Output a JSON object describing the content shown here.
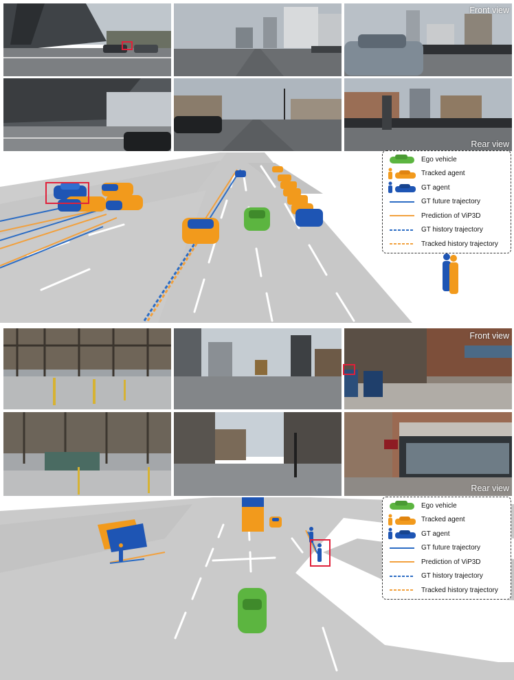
{
  "scenes": [
    {
      "front_label": "Front view",
      "rear_label": "Rear view"
    },
    {
      "front_label": "Front view",
      "rear_label": "Rear view"
    }
  ],
  "legend": {
    "items": [
      {
        "label": "Ego vehicle",
        "icon": "ego-car-icon",
        "color": "#5cb540"
      },
      {
        "label": "Tracked agent",
        "icon": "tracked-agent-icon",
        "color": "#f29a1c"
      },
      {
        "label": "GT agent",
        "icon": "gt-agent-icon",
        "color": "#1e55b4"
      },
      {
        "label": "GT future trajectory",
        "icon": "solid-blue-line-icon",
        "color": "#2b6cc4"
      },
      {
        "label": "Prediction of ViP3D",
        "icon": "solid-orange-line-icon",
        "color": "#f2a03c"
      },
      {
        "label": "GT history trajectory",
        "icon": "dashed-blue-line-icon",
        "color": "#2b6cc4"
      },
      {
        "label": "Tracked history trajectory",
        "icon": "dashed-orange-line-icon",
        "color": "#f2a03c"
      }
    ]
  },
  "colors": {
    "ego": "#5cb540",
    "tracked": "#f29a1c",
    "gt": "#1e55b4",
    "highlight": "#e0203a",
    "road": "#c9c9c9",
    "lane_mark": "#ffffff"
  }
}
